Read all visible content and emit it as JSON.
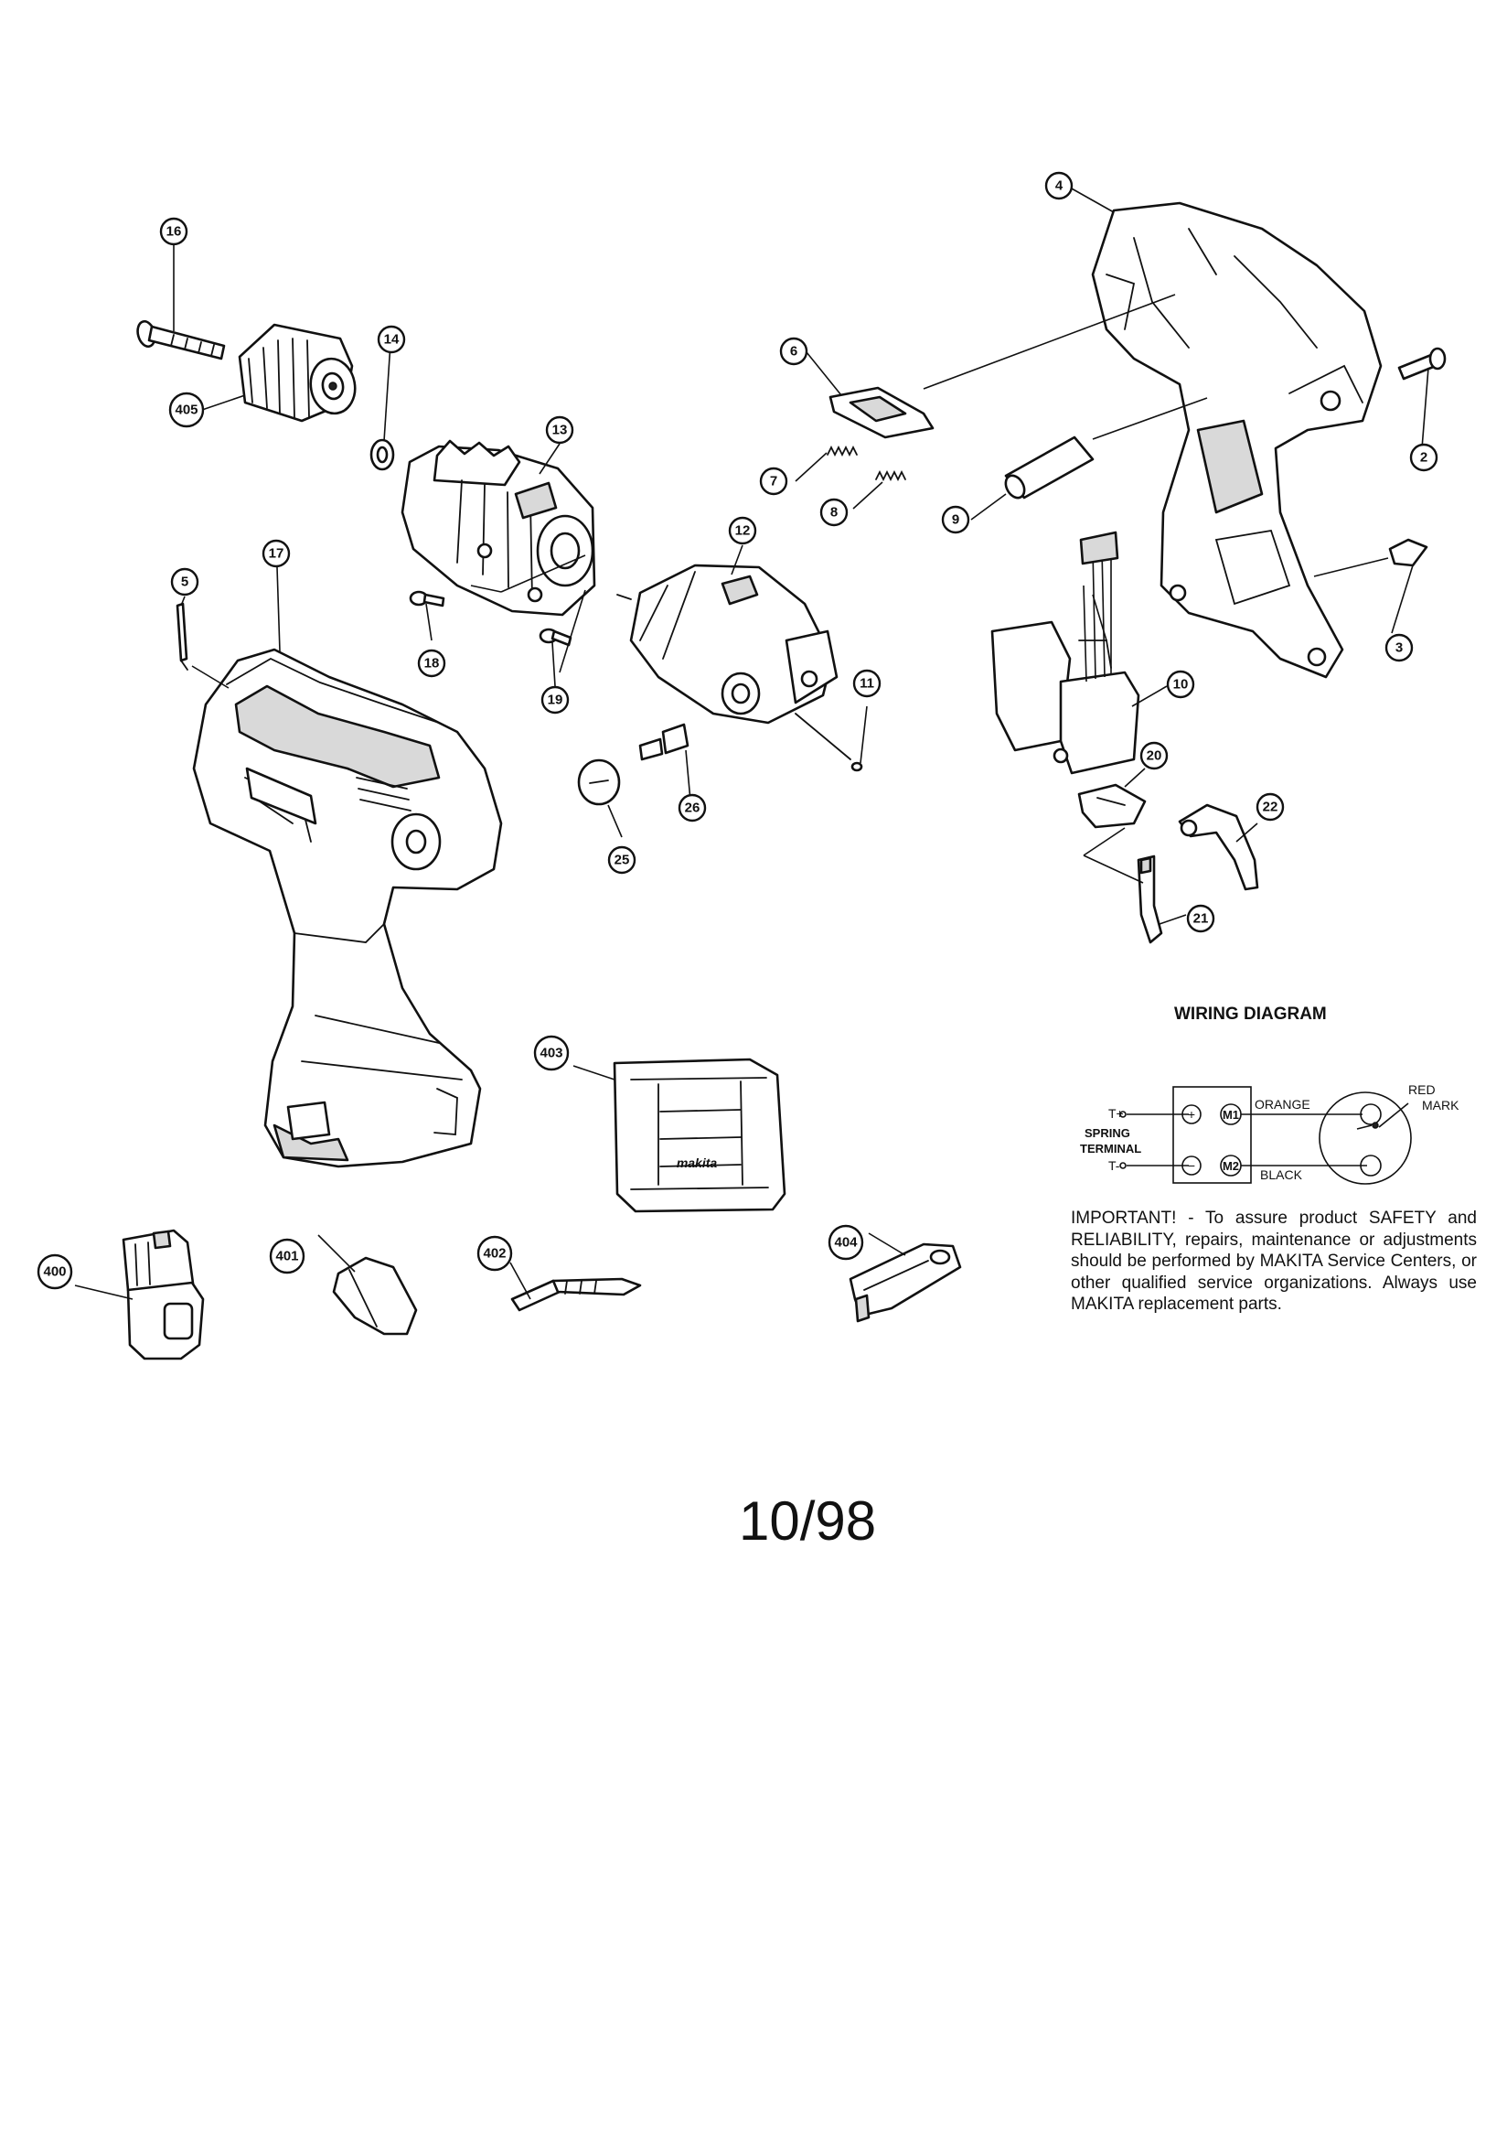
{
  "callouts": {
    "c16": "16",
    "c405": "405",
    "c14": "14",
    "c13": "13",
    "c6": "6",
    "c7": "7",
    "c8": "8",
    "c4": "4",
    "c2": "2",
    "c9": "9",
    "c12": "12",
    "c5": "5",
    "c17": "17",
    "c18": "18",
    "c19": "19",
    "c11": "11",
    "c26": "26",
    "c25": "25",
    "c10": "10",
    "c3": "3",
    "c20": "20",
    "c22": "22",
    "c21": "21",
    "c403": "403",
    "c400": "400",
    "c401": "401",
    "c402": "402",
    "c404": "404"
  },
  "wiring": {
    "title": "WIRING DIAGRAM",
    "t_plus": "T+",
    "t_minus": "T-",
    "spring": "SPRING",
    "terminal": "TERMINAL",
    "plus_symbol": "+",
    "minus_symbol": "−",
    "m1": "M1",
    "m2": "M2",
    "orange": "ORANGE",
    "black": "BLACK",
    "red": "RED",
    "mark": "MARK"
  },
  "notice": "IMPORTANT! - To assure product SAFETY and RELIABILITY, repairs, maintenance or adjustments should be performed by MAKITA Service Centers, or other qualified service organizations. Always use MAKITA replacement parts.",
  "brand_mark": "makita",
  "date_code": "10/98"
}
